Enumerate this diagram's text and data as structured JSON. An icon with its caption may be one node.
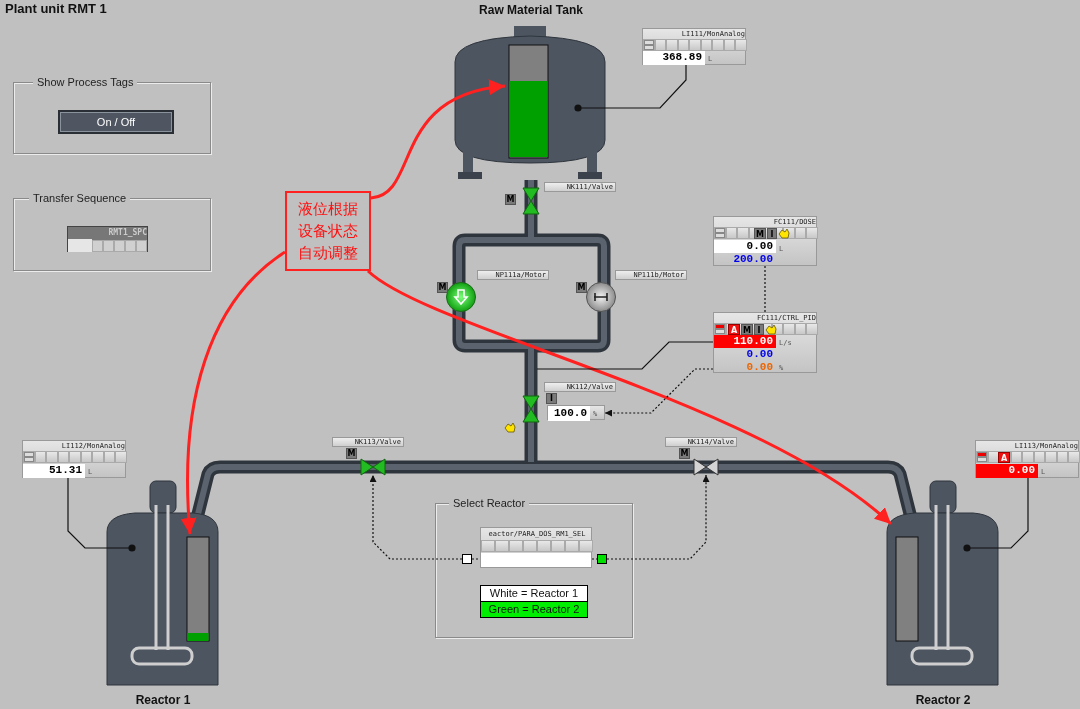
{
  "diagram": {
    "nodes": [
      {
        "text": [
          "Show Process Tags"
        ]
      },
      {
        "text": [
          "On / Off"
        ],
        "in": 0
      },
      {
        "text": [
          "Transfer Sequence"
        ]
      },
      {
        "text": [
          "RMT1_SPC"
        ],
        "in": 2
      },
      {
        "text": [
          "Raw Material Tank"
        ]
      },
      {
        "text": [
          "LI111/MonAnalog",
          "368.89",
          "L"
        ]
      },
      {
        "text": [
          "液位根据设备状态自动调整"
        ]
      },
      {
        "text": [],
        "shape": "valve",
        "beside": [
          "M"
        ]
      },
      {
        "text": [],
        "shape": "circle",
        "beside": [
          "NP111a/Motor",
          "M"
        ]
      },
      {
        "text": [],
        "shape": "circle",
        "beside": [
          "NP111b/Motor",
          "M"
        ]
      },
      {
        "text": [
          "FC111/DOSE",
          "M",
          "I",
          "0.00",
          "L",
          "200.00"
        ]
      },
      {
        "text": [
          "FC111/CTRL_PID",
          "A",
          "M",
          "I",
          "110.00",
          "L/s",
          "0.00",
          "0.00",
          "%"
        ]
      },
      {
        "text": [],
        "shape": "valve"
      },
      {
        "text": [
          "100.0",
          "%"
        ]
      },
      {
        "text": [],
        "shape": "valve",
        "beside": [
          "NK113/Valve",
          "M"
        ]
      },
      {
        "text": [],
        "shape": "valve",
        "beside": [
          "NK114/Valve",
          "M"
        ]
      },
      {
        "text": [
          "LI112/MonAnalog",
          "51.31",
          "L"
        ]
      },
      {
        "text": [
          "Reactor 1"
        ]
      },
      {
        "text": [
          "Select Reactor"
        ]
      },
      {
        "text": [],
        "shape": "box",
        "in": 18
      },
      {
        "text": [
          "eactor/PARA_DOS_RM1_SEL"
        ],
        "in": 18
      },
      {
        "text": [],
        "shape": "box",
        "in": 18
      },
      {
        "text": [
          "LI113/MonAnalog",
          "A",
          "0.00",
          "L"
        ]
      },
      {
        "text": [
          "Reactor 2"
        ]
      }
    ],
    "edges": [
      {
        "from": 6,
        "to": 4,
        "arrow": "to",
        "style": "thick",
        "color": "#ff2020"
      },
      {
        "from": 6,
        "to": 17,
        "arrow": "to",
        "style": "thick",
        "color": "#ff2020"
      },
      {
        "from": 6,
        "to": 23,
        "arrow": "to",
        "style": "thick",
        "color": "#ff2020"
      },
      {
        "from": 5,
        "to": 4,
        "arrow": "other"
      },
      {
        "from": 16,
        "to": 17,
        "arrow": "other"
      },
      {
        "from": 22,
        "to": 23,
        "arrow": "other"
      },
      {
        "from": 10,
        "to": 11,
        "arrow": "none",
        "style": "dashed"
      },
      {
        "from": 11,
        "to": 13,
        "arrow": "to",
        "style": "dashed"
      },
      {
        "from": 11,
        "to": null,
        "arrow": "none"
      },
      {
        "from": 19,
        "to": 14,
        "arrow": "to",
        "style": "dashed"
      },
      {
        "from": 21,
        "to": 15,
        "arrow": "to",
        "style": "dashed"
      },
      {
        "from": 19,
        "to": 20,
        "arrow": "none",
        "style": "dashed"
      },
      {
        "from": 20,
        "to": 21,
        "arrow": "none",
        "style": "dashed"
      }
    ],
    "labels": [
      "Plant unit RMT 1",
      "NK111/Valve",
      "NK112/Valve",
      "I"
    ],
    "legend": [
      {
        "text": "White = Reactor 1",
        "color": "#ffffff"
      },
      {
        "text": "Green = Reactor 2",
        "color": "#00ee00"
      }
    ]
  }
}
